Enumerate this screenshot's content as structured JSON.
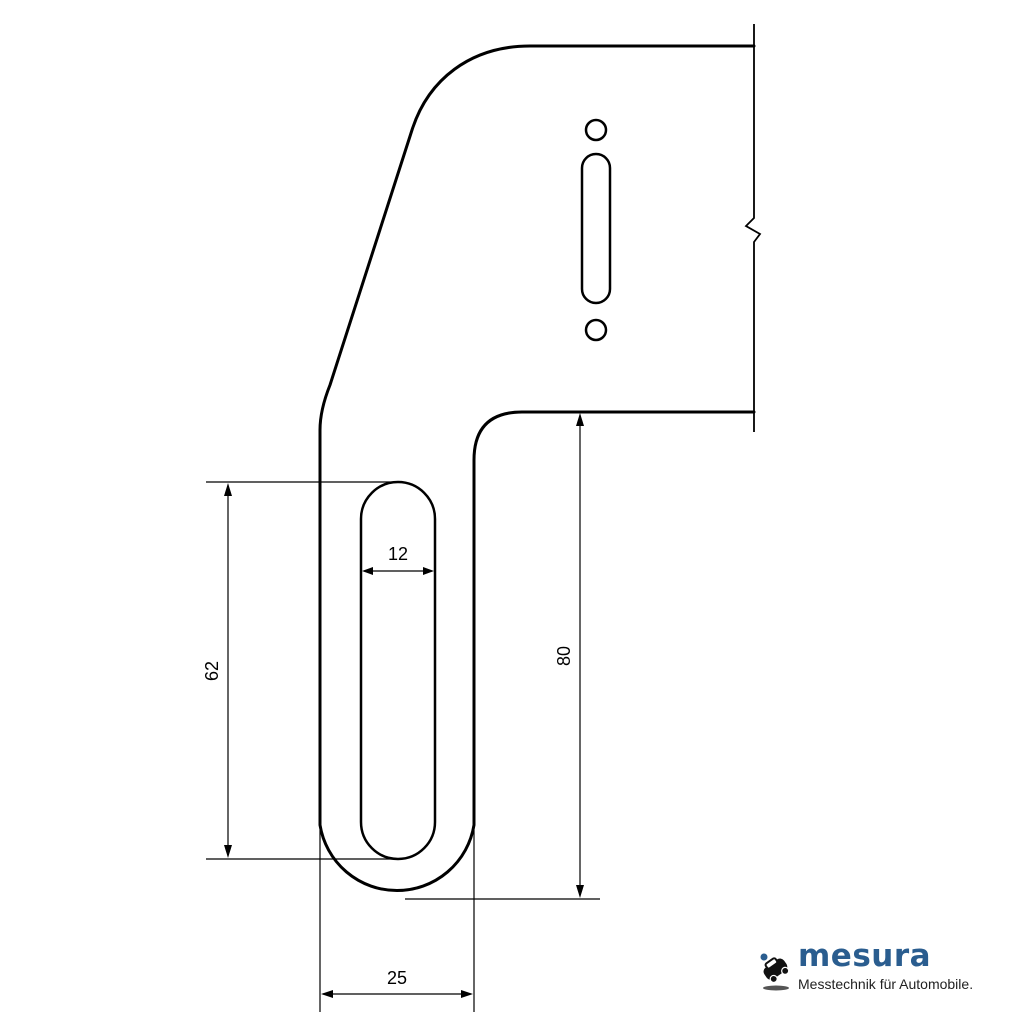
{
  "dimensions": {
    "slot_width": "12",
    "slot_length": "62",
    "leg_height": "80",
    "leg_width": "25"
  },
  "logo": {
    "name": "mesura",
    "tagline": "Messtechnik für Automobile.",
    "color": "#2a5d8f"
  }
}
